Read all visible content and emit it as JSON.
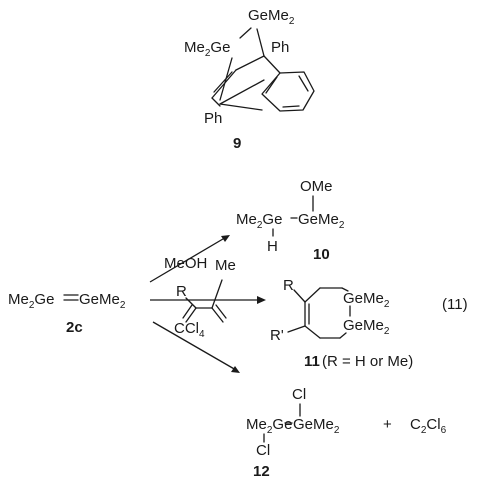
{
  "compound_9": {
    "me2ge_left": {
      "base": "Me",
      "sub": "2",
      "rest": "Ge"
    },
    "geme2_top": {
      "base": "GeMe",
      "sub": "2"
    },
    "ph_right": "Ph",
    "ph_bottom": "Ph",
    "number": "9"
  },
  "reactant": {
    "left": {
      "base": "Me",
      "sub": "2",
      "rest": "Ge"
    },
    "right": {
      "base": "GeMe",
      "sub": "2"
    },
    "number": "2c"
  },
  "reagents": {
    "methanol": "MeOH",
    "diene_r": "R",
    "diene_me": "Me",
    "ccl4": {
      "base": "CCl",
      "sub": "4"
    }
  },
  "product_10": {
    "ome": "OMe",
    "left": {
      "base": "Me",
      "sub": "2",
      "rest": "Ge"
    },
    "right": {
      "base": "GeMe",
      "sub": "2"
    },
    "h": "H",
    "number": "10"
  },
  "product_11": {
    "r": "R",
    "r_prime": "R'",
    "ge_top": {
      "base": "GeMe",
      "sub": "2"
    },
    "ge_bottom": {
      "base": "GeMe",
      "sub": "2"
    },
    "number": "11",
    "note": "(R = H or Me)"
  },
  "equation_number": "(11)",
  "product_12": {
    "cl_top": "Cl",
    "left": {
      "base": "Me",
      "sub": "2",
      "rest": "Ge"
    },
    "right": {
      "base": "GeMe",
      "sub": "2"
    },
    "cl_bottom": "Cl",
    "plus": "+",
    "byproduct": {
      "c": "C",
      "sub1": "2",
      "cl": "Cl",
      "sub2": "6"
    },
    "number": "12"
  }
}
